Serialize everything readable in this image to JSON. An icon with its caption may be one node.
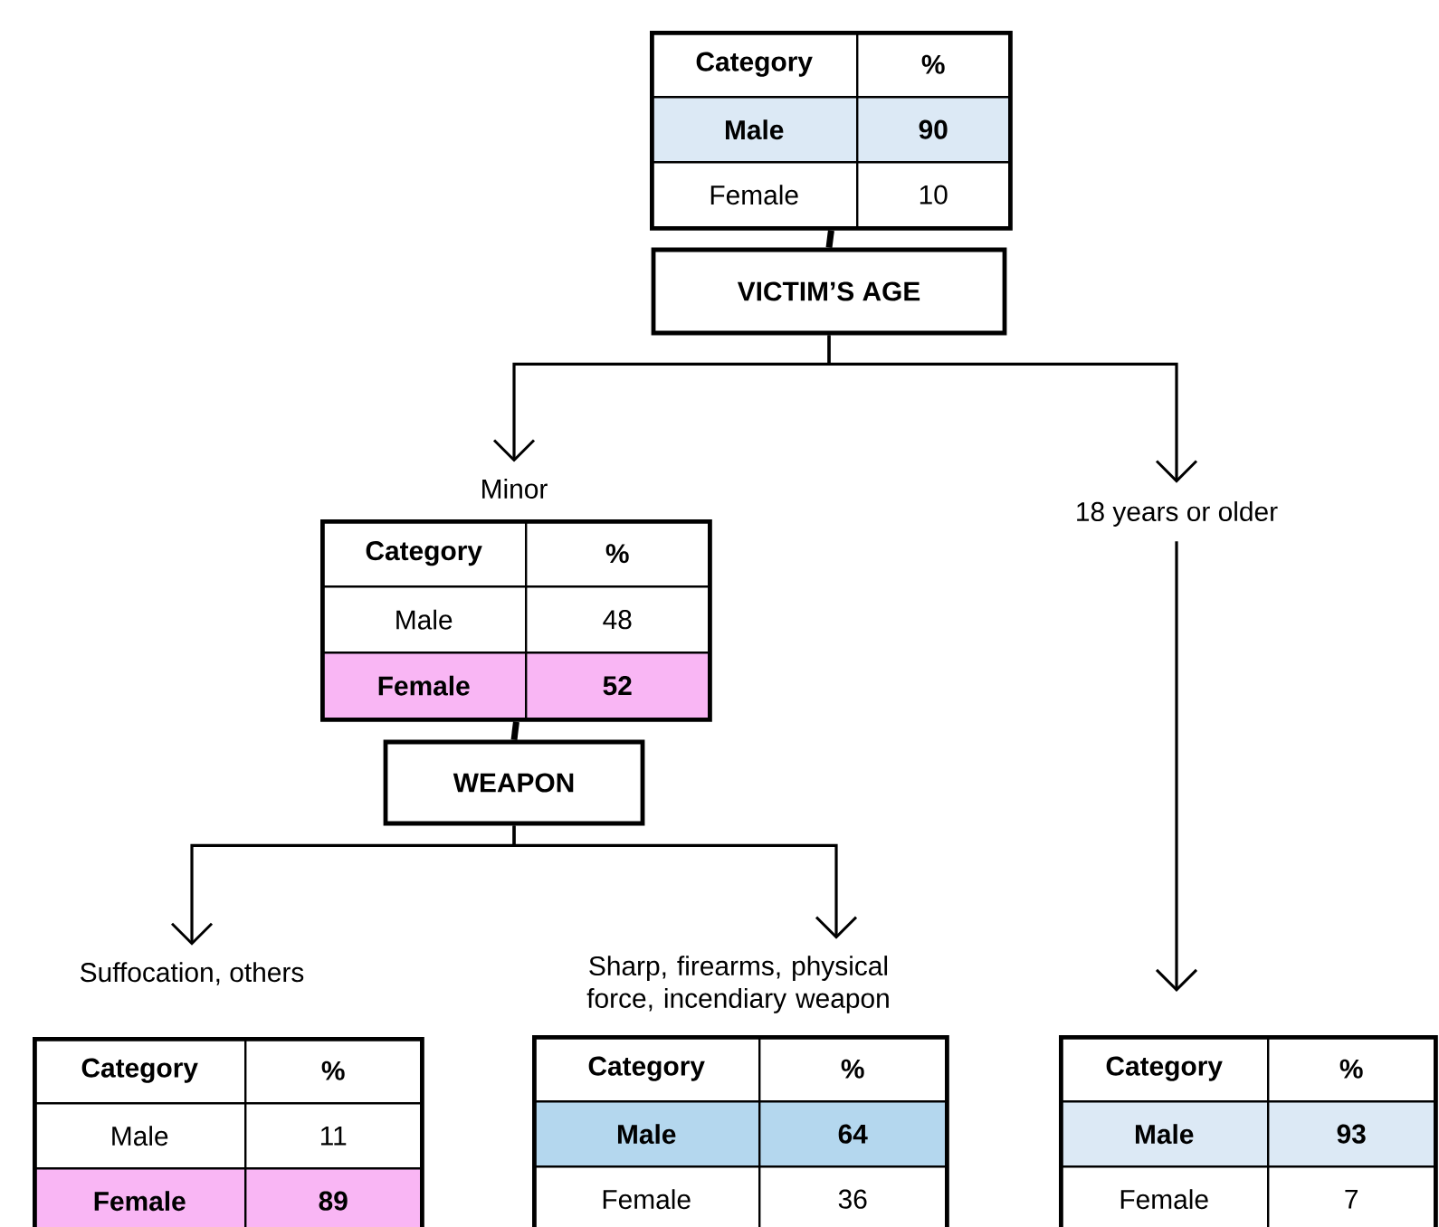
{
  "diagram": {
    "nodes": [
      {
        "text": [
          "Category",
          "%",
          "Male",
          "90",
          "Female",
          "10"
        ]
      },
      {
        "text": [
          "VICTIM’S AGE"
        ]
      },
      {
        "text": [
          "Minor",
          "Category",
          "%",
          "Male",
          "48",
          "Female",
          "52"
        ]
      },
      {
        "text": [
          "18 years or older"
        ]
      },
      {
        "text": [
          "WEAPON"
        ]
      },
      {
        "text": [
          "Suffocation, others",
          "Category",
          "%",
          "Male",
          "11",
          "Female",
          "89"
        ]
      },
      {
        "text": [
          "Sharp, firearms, physical force, incendiary weapon",
          "Category",
          "%",
          "Male",
          "64",
          "Female",
          "36"
        ]
      },
      {
        "text": [
          "Category",
          "%",
          "Male",
          "93",
          "Female",
          "7"
        ]
      }
    ],
    "edges": [
      {
        "from": 0,
        "to": 1,
        "arrow": "none",
        "style": "thick"
      },
      {
        "from": 1,
        "to": 2,
        "arrow": "to"
      },
      {
        "from": 1,
        "to": 3,
        "arrow": "to"
      },
      {
        "from": 2,
        "to": 4,
        "arrow": "none",
        "style": "thick"
      },
      {
        "from": 4,
        "to": 5,
        "arrow": "to"
      },
      {
        "from": 4,
        "to": 6,
        "arrow": "to"
      },
      {
        "from": 3,
        "to": 7,
        "arrow": "to"
      }
    ]
  }
}
